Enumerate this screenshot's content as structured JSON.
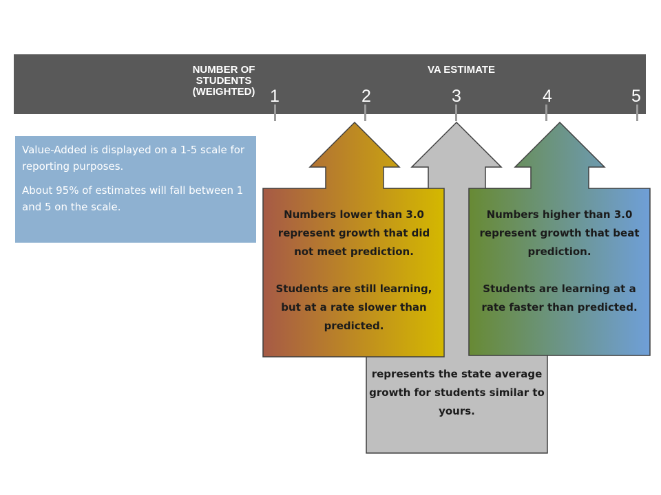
{
  "header": {
    "students_title": "NUMBER OF STUDENTS (WEIGHTED)",
    "va_title": "VA ESTIMATE",
    "scale": [
      "1",
      "2",
      "3",
      "4",
      "5"
    ]
  },
  "info": {
    "line1": "Value-Added is displayed on a 1-5 scale for reporting purposes.",
    "line2": "About 95% of estimates will fall between 1 and 5 on the scale."
  },
  "callouts": {
    "low": {
      "p1": "Numbers lower than 3.0 represent growth that did not meet prediction.",
      "p2": "Students are still learning, but at a rate slower than predicted."
    },
    "mid": {
      "visible_text": "represents the state average growth for students similar to yours."
    },
    "high": {
      "p1": "Numbers higher than 3.0 represent growth that beat prediction.",
      "p2": "Students are learning at a rate faster than predicted."
    }
  },
  "colors": {
    "header_bg": "#595959",
    "info_bg": "#8eb1d1",
    "low_gradient": [
      "#a65a46",
      "#d4b800"
    ],
    "mid_fill": "#bfbfbf",
    "high_gradient": [
      "#688a34",
      "#6f9fd8"
    ]
  }
}
